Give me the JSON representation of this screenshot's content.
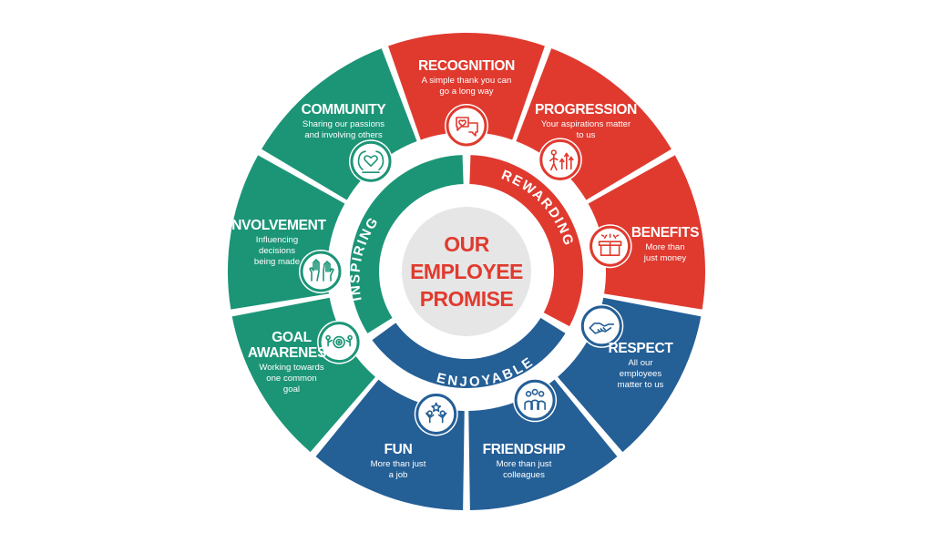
{
  "center": {
    "lines": [
      "OUR",
      "EMPLOYEE",
      "PROMISE"
    ]
  },
  "ring": [
    {
      "label": "INSPIRING",
      "color": "#1c9577"
    },
    {
      "label": "REWARDING",
      "color": "#e03a2f"
    },
    {
      "label": "ENJOYABLE",
      "color": "#245f96"
    }
  ],
  "segments": [
    {
      "title": "RECOGNITION",
      "text": [
        "A simple thank you can",
        "go a long way"
      ],
      "icon": "chat-heart-icon",
      "color": "#e03a2f"
    },
    {
      "title": "PROGRESSION",
      "text": [
        "Your aspirations matter",
        "to us"
      ],
      "icon": "growth-arrows-icon",
      "color": "#e03a2f"
    },
    {
      "title": "BENEFITS",
      "text": [
        "More than",
        "just money"
      ],
      "icon": "gift-box-icon",
      "color": "#e03a2f"
    },
    {
      "title": "RESPECT",
      "text": [
        "All our",
        "employees",
        "matter to us"
      ],
      "icon": "handshake-icon",
      "color": "#245f96"
    },
    {
      "title": "FRIENDSHIP",
      "text": [
        "More than just",
        "colleagues"
      ],
      "icon": "friends-group-icon",
      "color": "#245f96"
    },
    {
      "title": "FUN",
      "text": [
        "More than just",
        "a job"
      ],
      "icon": "celebration-icon",
      "color": "#245f96"
    },
    {
      "title": [
        "GOAL",
        "AWARENESS"
      ],
      "text": [
        "Working towards",
        "one common",
        "goal"
      ],
      "icon": "target-team-icon",
      "color": "#1c9577"
    },
    {
      "title": "INVOLVEMENT",
      "text": [
        "Influencing",
        "decisions",
        "being made"
      ],
      "icon": "raised-hands-icon",
      "color": "#1c9577"
    },
    {
      "title": "COMMUNITY",
      "text": [
        "Sharing our passions",
        "and involving others"
      ],
      "icon": "heart-hands-icon",
      "color": "#1c9577"
    }
  ]
}
